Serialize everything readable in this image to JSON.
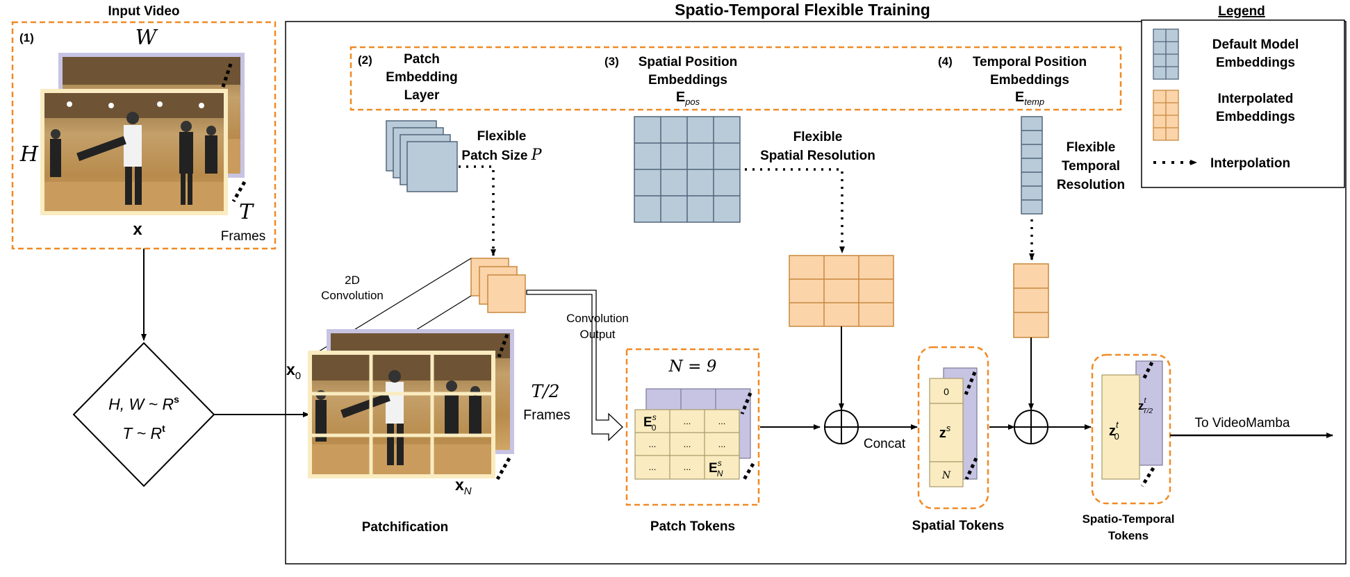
{
  "input": {
    "title": "Input Video",
    "step": "(1)",
    "w": "W",
    "h": "H",
    "t": "T",
    "frames": "Frames",
    "x": "x"
  },
  "sampling": {
    "hw": "H, W ~ R",
    "hw_sup": "s",
    "t": "T ~ R",
    "t_sup": "t"
  },
  "main": {
    "title": "Spatio-Temporal Flexible Training"
  },
  "embeddings": {
    "patch_step": "(2)",
    "patch_line1": "Patch",
    "patch_line2": "Embedding",
    "patch_line3": "Layer",
    "spatial_step": "(3)",
    "spatial_line1": "Spatial Position",
    "spatial_line2": "Embeddings",
    "spatial_sym": "E",
    "spatial_sub": "pos",
    "temporal_step": "(4)",
    "temporal_line1": "Temporal Position",
    "temporal_line2": "Embeddings",
    "temporal_sym": "E",
    "temporal_sub": "temp"
  },
  "flex": {
    "patch_line1": "Flexible",
    "patch_line2": "Patch Size",
    "patch_sym": "P",
    "spatial_line1": "Flexible",
    "spatial_line2": "Spatial Resolution",
    "temporal_line1": "Flexible",
    "temporal_line2": "Temporal",
    "temporal_line3": "Resolution"
  },
  "legend": {
    "title": "Legend",
    "default_line1": "Default Model",
    "default_line2": "Embeddings",
    "interp_line1": "Interpolated",
    "interp_line2": "Embeddings",
    "interpolation": "Interpolation"
  },
  "patchify": {
    "conv_line1": "2D",
    "conv_line2": "Convolution",
    "x0": "x",
    "x0_sub": "0",
    "xn": "x",
    "xn_sub": "N",
    "t2": "T/2",
    "frames": "Frames",
    "label": "Patchification",
    "conv_out_line1": "Convolution",
    "conv_out_line2": "Output"
  },
  "tokens": {
    "n_eq": "N = 9",
    "e0": "E",
    "e0_sup": "s",
    "e0_sub": "0",
    "en": "E",
    "en_sup": "s",
    "en_sub": "N",
    "dots": "...",
    "patch_label": "Patch Tokens",
    "concat": "Concat",
    "z_top": "0",
    "z_mid": "z",
    "z_mid_sup": "s",
    "z_bot": "N",
    "spatial_label": "Spatial Tokens",
    "zt": "z",
    "zt_sup": "t",
    "zt_sub": "0",
    "zt2": "z",
    "zt2_sup": "t",
    "zt2_sub": "T/2",
    "st_line1": "Spatio-Temporal",
    "st_line2": "Tokens",
    "to_vm": "To VideoMamba"
  },
  "colors": {
    "blue_fill": "#b9cbd8",
    "blue_stroke": "#50657a",
    "orange_fill": "#fbd4aa",
    "orange_stroke": "#c8883c",
    "dash_orange": "#f08a24",
    "yellow_fill": "#faecc0",
    "lavender": "#c7c3e3"
  }
}
